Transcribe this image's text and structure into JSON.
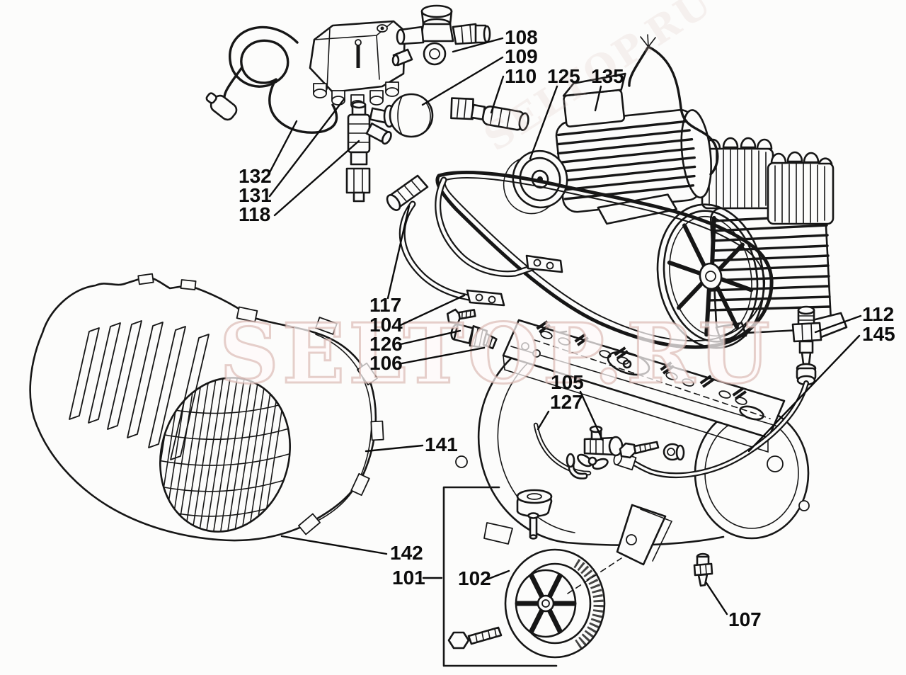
{
  "diagram": {
    "kind": "exploded-parts-diagram",
    "subject": "belt-driven air compressor",
    "background": "#fcfcfb",
    "line_color": "#161616"
  },
  "watermark": {
    "main": "SELTOP.RU",
    "faint": "SELTOP.RU",
    "color": "#d5b0aa"
  },
  "labels": [
    {
      "id": "108",
      "text": "108"
    },
    {
      "id": "109",
      "text": "109"
    },
    {
      "id": "110",
      "text": "110"
    },
    {
      "id": "125",
      "text": "125"
    },
    {
      "id": "135",
      "text": "135"
    },
    {
      "id": "132",
      "text": "132"
    },
    {
      "id": "131",
      "text": "131"
    },
    {
      "id": "118",
      "text": "118"
    },
    {
      "id": "117",
      "text": "117"
    },
    {
      "id": "104",
      "text": "104"
    },
    {
      "id": "126",
      "text": "126"
    },
    {
      "id": "106",
      "text": "106"
    },
    {
      "id": "105",
      "text": "105"
    },
    {
      "id": "127",
      "text": "127"
    },
    {
      "id": "112",
      "text": "112"
    },
    {
      "id": "145",
      "text": "145"
    },
    {
      "id": "141",
      "text": "141"
    },
    {
      "id": "142",
      "text": "142"
    },
    {
      "id": "101",
      "text": "101"
    },
    {
      "id": "102",
      "text": "102"
    },
    {
      "id": "107",
      "text": "107"
    }
  ]
}
